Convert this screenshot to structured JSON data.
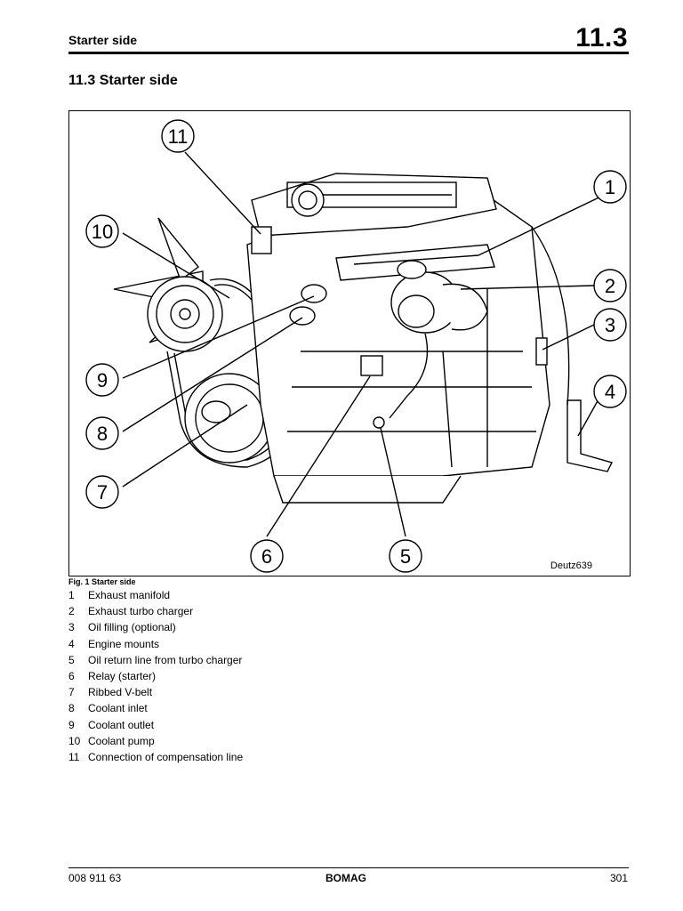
{
  "header": {
    "title": "Starter side",
    "section_number": "11.3"
  },
  "section_title": "11.3  Starter side",
  "figure": {
    "image_label": "Deutz639",
    "caption": "Fig. 1 Starter side",
    "callouts": [
      "1",
      "2",
      "3",
      "4",
      "5",
      "6",
      "7",
      "8",
      "9",
      "10",
      "11"
    ]
  },
  "legend": [
    {
      "num": "1",
      "text": "Exhaust manifold"
    },
    {
      "num": "2",
      "text": "Exhaust turbo charger"
    },
    {
      "num": "3",
      "text": "Oil filling (optional)"
    },
    {
      "num": "4",
      "text": "Engine mounts"
    },
    {
      "num": "5",
      "text": "Oil return line from turbo charger"
    },
    {
      "num": "6",
      "text": "Relay (starter)"
    },
    {
      "num": "7",
      "text": "Ribbed V-belt"
    },
    {
      "num": "8",
      "text": "Coolant inlet"
    },
    {
      "num": "9",
      "text": "Coolant outlet"
    },
    {
      "num": "10",
      "text": "Coolant pump"
    },
    {
      "num": "11",
      "text": "Connection of compensation line"
    }
  ],
  "footer": {
    "doc_number": "008 911 63",
    "brand": "BOMAG",
    "page_number": "301"
  }
}
